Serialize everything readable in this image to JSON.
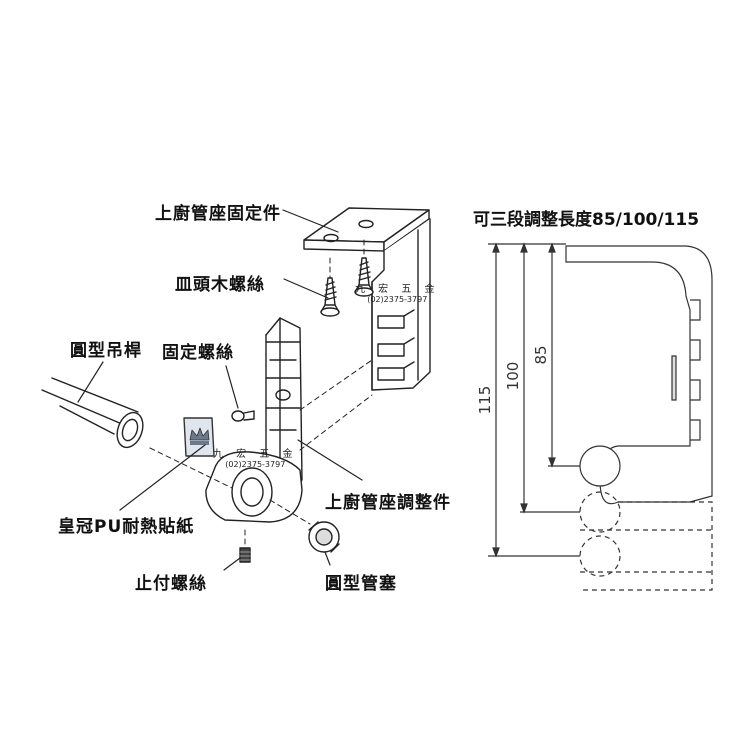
{
  "title": "可三段調整長度85/100/115",
  "labels": {
    "bracket": "上廚管座固定件",
    "wood_screw": "皿頭木螺絲",
    "round_rod": "圓型吊桿",
    "fix_screw": "固定螺絲",
    "sticker": "皇冠PU耐熱貼紙",
    "adjuster": "上廚管座調整件",
    "set_screw": "止付螺絲",
    "plug": "圓型管塞"
  },
  "dimensions": {
    "d115": "115",
    "d100": "100",
    "d85": "85"
  },
  "watermark": {
    "name": "九 宏 五 金",
    "phone": "(02)2375-3797"
  }
}
